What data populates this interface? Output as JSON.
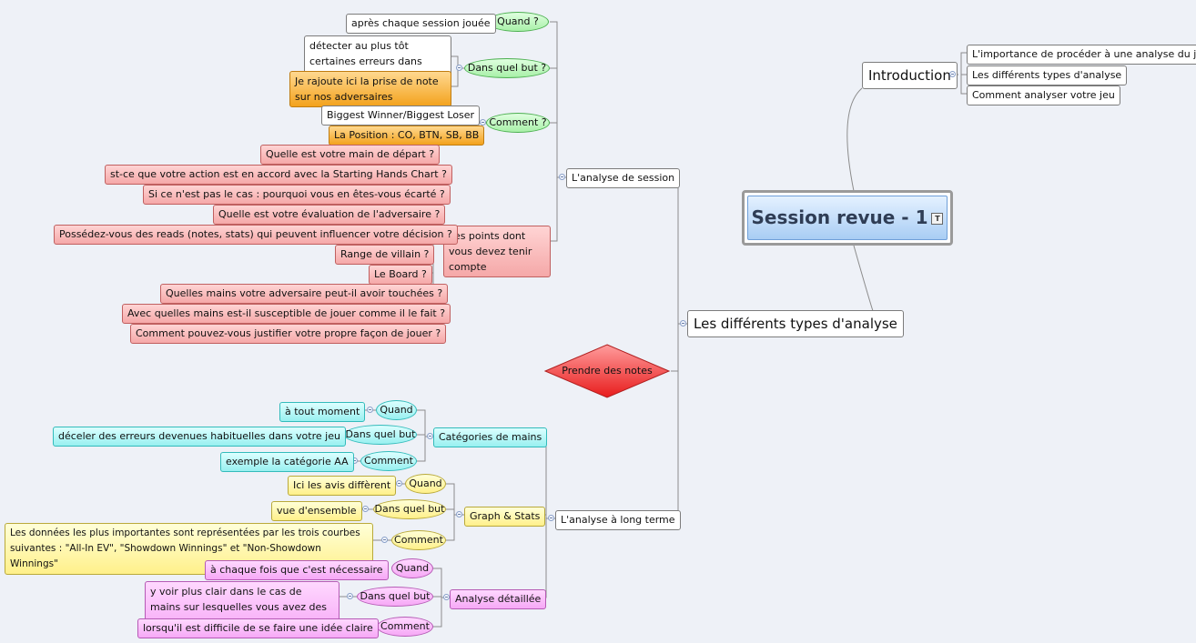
{
  "root": {
    "title": "Session revue - 1",
    "icon": "text-note-icon"
  },
  "colors": {
    "green": "#a8f0a8",
    "orange": "#f3a21c",
    "pink": "#f5a8a8",
    "cyan": "#98f0f0",
    "yellow": "#fff08a",
    "magenta": "#f6a8f6",
    "diamond": "#f03030",
    "root": "#a9cdf4"
  },
  "introduction": {
    "label": "Introduction",
    "items": [
      "L'importance de procéder à une analyse du jeu",
      "Les différents types d'analyse",
      "Comment analyser votre jeu"
    ]
  },
  "types": {
    "label": "Les différents types d'analyse"
  },
  "session": {
    "label": "L'analyse de session",
    "quand": {
      "label": "Quand ?",
      "items": [
        "après chaque session jouée"
      ]
    },
    "but": {
      "label": "Dans quel but ?",
      "items": [
        "détecter au plus tôt certaines erreurs dans votre jeu",
        "Je rajoute ici la prise de note sur nos adversaires"
      ]
    },
    "comment": {
      "label": "Comment ?",
      "items": [
        "Biggest Winner/Biggest Loser",
        "La Position : CO, BTN, SB, BB"
      ]
    },
    "points": {
      "label": "Les points dont vous devez tenir compte",
      "items": [
        "Quelle est votre main de départ ?",
        "st-ce que votre action est en accord avec la Starting Hands Chart ?",
        "Si ce n'est pas le cas : pourquoi vous en êtes-vous écarté ?",
        "Quelle est votre évaluation de l'adversaire ?",
        "Possédez-vous des reads (notes, stats) qui peuvent influencer votre décision ?",
        "Range de villain ?",
        "Le Board ?",
        "Quelles mains votre adversaire peut-il avoir touchées ?",
        "Avec quelles mains est-il susceptible de jouer comme il le fait ?",
        "Comment pouvez-vous justifier votre propre façon de jouer ?"
      ]
    }
  },
  "notes": {
    "label": "Prendre des notes"
  },
  "longterm": {
    "label": "L'analyse à long terme",
    "categories": {
      "label": "Catégories de mains",
      "quand": {
        "label": "Quand",
        "value": "à tout moment"
      },
      "but": {
        "label": "Dans quel but",
        "value": "déceler des erreurs  devenues habituelles dans votre jeu"
      },
      "comment": {
        "label": "Comment",
        "value": "exemple la catégorie AA"
      }
    },
    "graph": {
      "label": "Graph & Stats",
      "quand": {
        "label": "Quand",
        "value": "Ici les avis diffèrent"
      },
      "but": {
        "label": "Dans quel but",
        "value": "vue d'ensemble"
      },
      "comment": {
        "label": "Comment",
        "value": "Les données les plus importantes sont représentées par les trois courbes suivantes : \"All-In EV\", \"Showdown Winnings\" et \"Non-Showdown Winnings\""
      }
    },
    "detail": {
      "label": "Analyse détaillée",
      "quand": {
        "label": "Quand",
        "value": "à chaque fois que c'est nécessaire"
      },
      "but": {
        "label": "Dans quel but",
        "value": "y voir plus clair dans le cas de mains sur lesquelles vous avez des doutes"
      },
      "comment": {
        "label": "Comment",
        "value": "lorsqu'il est difficile de se faire une idée claire"
      }
    }
  }
}
